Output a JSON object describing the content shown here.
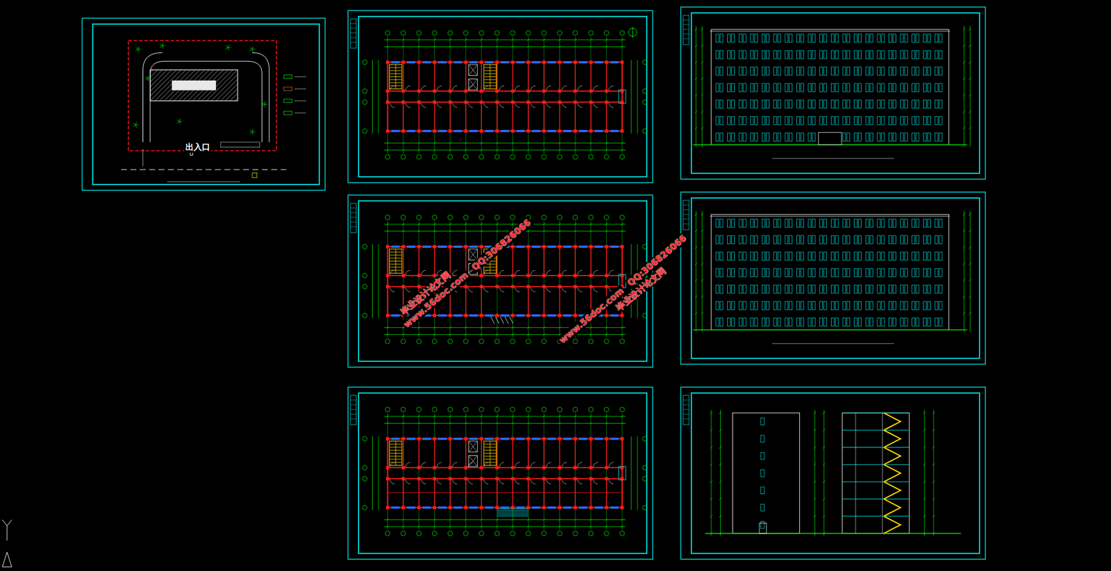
{
  "diagram": {
    "labels": [
      "出入口",
      "毕业设计论文网",
      "www.56doc.com",
      "QQ:306826066",
      "www.56doc.com",
      "QQ:306826066",
      "毕业设计论文网"
    ]
  }
}
